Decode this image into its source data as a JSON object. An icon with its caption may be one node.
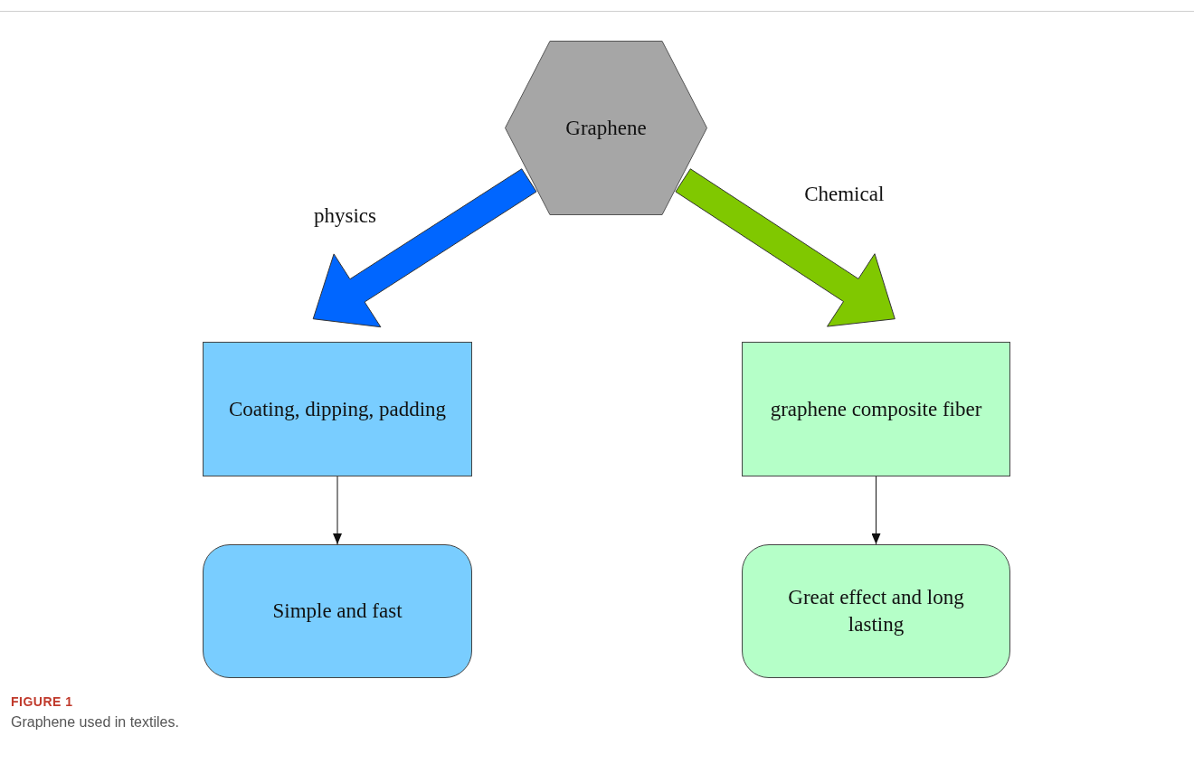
{
  "diagram": {
    "caption": "Graphene used in textiles.",
    "nodes": [
      {
        "text": [
          "Graphene"
        ]
      },
      {
        "text": [
          "Coating, dipping, padding"
        ]
      },
      {
        "text": [
          "graphene composite fiber"
        ]
      },
      {
        "text": [
          "Simple and fast"
        ]
      },
      {
        "text": [
          "Great effect and long lasting"
        ]
      }
    ],
    "edges": [
      {
        "from": 0,
        "to": 1,
        "arrow": "to",
        "label": "physics",
        "style": "thick",
        "color": "#0066ff"
      },
      {
        "from": 0,
        "to": 2,
        "arrow": "to",
        "label": "Chemical",
        "style": "thick",
        "color": "#80c800"
      },
      {
        "from": 1,
        "to": 3,
        "arrow": "to"
      },
      {
        "from": 2,
        "to": 4,
        "arrow": "to"
      }
    ],
    "labels": [
      "FIGURE 1"
    ]
  }
}
